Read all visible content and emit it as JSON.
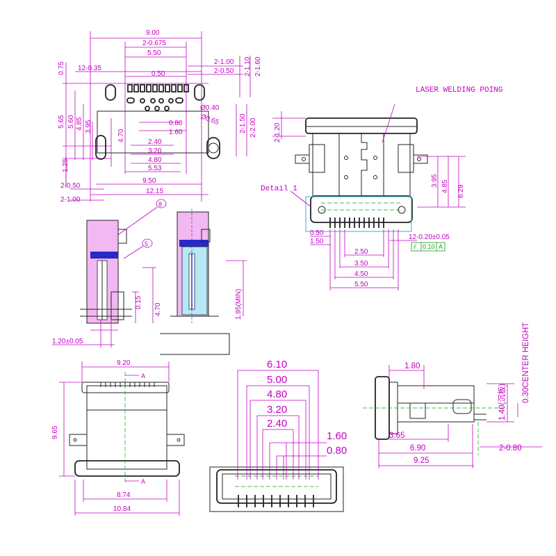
{
  "top_view": {
    "dims": [
      "9.00",
      "2-0.675",
      "5.50",
      "12-0.35",
      "0.50",
      "2-1.00",
      "2-0.50",
      "2-1.10",
      "2-1.60",
      "0.75",
      "5.65",
      "5.60",
      "4.85",
      "3.95",
      "4.70",
      "Ø0.40",
      "Ø0.65",
      "0.80",
      "1.60",
      "2-1.50",
      "2-2.00",
      "2.40",
      "3.20",
      "4.80",
      "5.53",
      "1.25",
      "9.50",
      "2-0.50",
      "12.15",
      "2-1.00"
    ]
  },
  "front_view": {
    "laser_label": "LASER WELDING POING",
    "detail_label": "Detail  1",
    "dims_vertical": [
      "2-1.20",
      "3.95",
      "4.85",
      "6.29"
    ],
    "dims_bottom": [
      "0.50",
      "1.50",
      "2.50",
      "3.50",
      "4.50",
      "5.50"
    ],
    "pitch": "12-0.20±0.05",
    "tolerance_frame": [
      "⫽",
      "0.10",
      "A"
    ]
  },
  "section_views": {
    "callouts": [
      "8",
      "5"
    ],
    "dims": [
      "0.15",
      "4.70",
      "1.95(MIN)",
      "1.20±0.05"
    ]
  },
  "bottom_left_view": {
    "dims": [
      "9.20",
      "9.65",
      "8.74",
      "10.84"
    ],
    "section_mark": "A"
  },
  "bottom_mid_view": {
    "dims": [
      "6.10",
      "5.00",
      "4.80",
      "3.20",
      "2.40",
      "1.60",
      "0.80"
    ]
  },
  "side_view": {
    "dims": [
      "1.80",
      "1.40(沉板)",
      "0.30CENTER HEIGHT",
      "3.65",
      "6.90",
      "9.25",
      "2-0.80"
    ]
  },
  "colors": {
    "dimension": "#c000c0",
    "outline": "#222222",
    "centerline": "#10a010",
    "highlight_pink": "#f0b0f0",
    "highlight_blue": "#2020c0",
    "highlight_cyan": "#a0e0f0"
  }
}
